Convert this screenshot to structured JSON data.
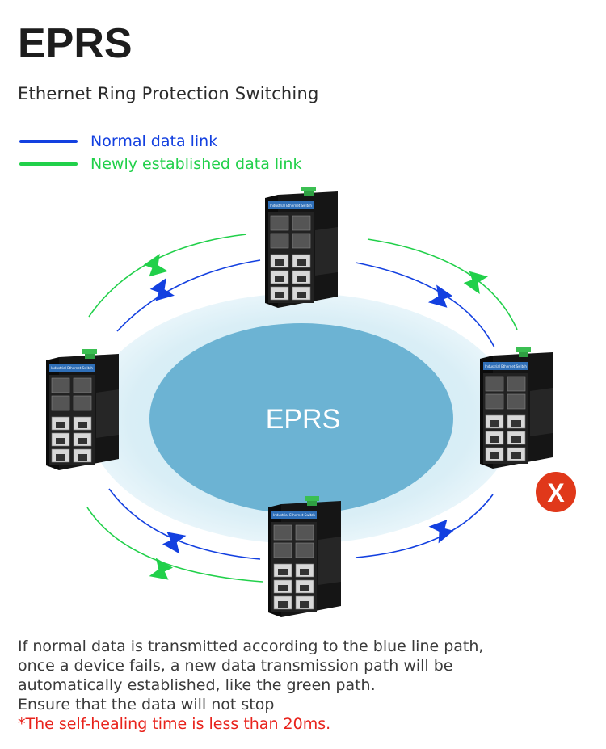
{
  "header": {
    "title": "EPRS",
    "subtitle": "Ethernet Ring Protection Switching"
  },
  "legend": [
    {
      "label": "Normal data link",
      "color": "#1340e0"
    },
    {
      "label": "Newly established data link",
      "color": "#21d04a"
    }
  ],
  "diagram": {
    "center_label": "EPRS",
    "switch_label": "Industrial Ethernet Switch",
    "failed_node_mark": "X",
    "colors": {
      "ring_outer": "#d5ecf5",
      "ring_inner": "#6cb3d3",
      "blue_link": "#1340e0",
      "green_link": "#21d04a",
      "failure": "#e0381a",
      "switch_body": "#1c1c1c",
      "switch_panel": "#2f6fb8",
      "terminal": "#2fa043"
    },
    "icons": [
      "switch-device",
      "arrow-chevron",
      "failure-x-icon"
    ]
  },
  "caption": {
    "lines": [
      "If normal data is transmitted according to the blue line path,",
      "once a device fails, a new data transmission path will be",
      "automatically established, like the green path.",
      "Ensure that the data will not stop"
    ],
    "note": "*The self-healing time is less than 20ms."
  }
}
